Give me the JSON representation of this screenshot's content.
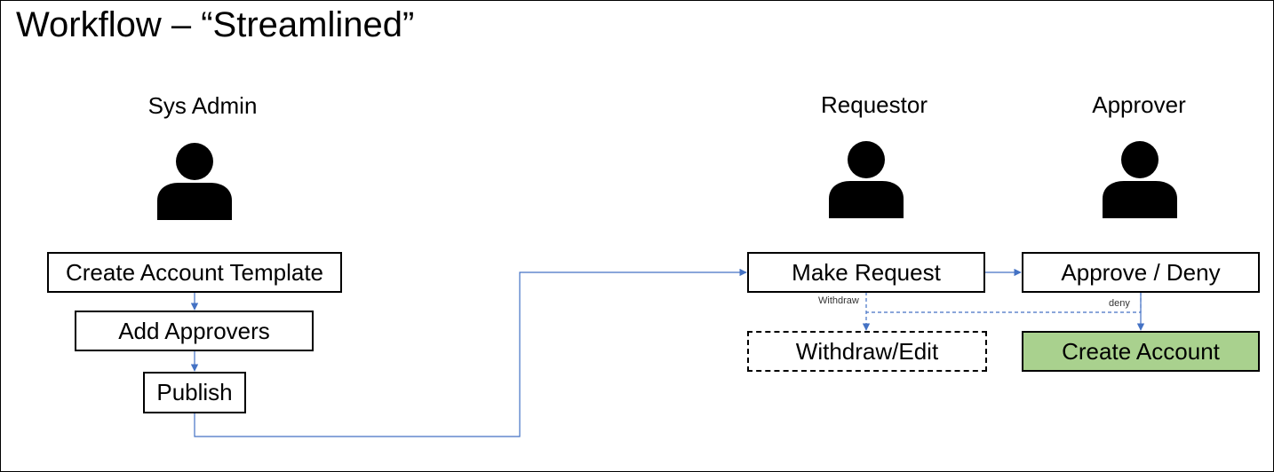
{
  "title": "Workflow – “Streamlined”",
  "roles": {
    "sysadmin": "Sys Admin",
    "requestor": "Requestor",
    "approver": "Approver"
  },
  "steps": {
    "create_template": "Create Account Template",
    "add_approvers": "Add Approvers",
    "publish": "Publish",
    "make_request": "Make Request",
    "approve_deny": "Approve / Deny",
    "withdraw_edit": "Withdraw/Edit",
    "create_account": "Create Account"
  },
  "edge_labels": {
    "withdraw": "Withdraw",
    "deny": "deny"
  },
  "colors": {
    "connector": "#4472c4",
    "create_account_fill": "#a9d18e"
  },
  "icons": [
    "person-icon"
  ]
}
